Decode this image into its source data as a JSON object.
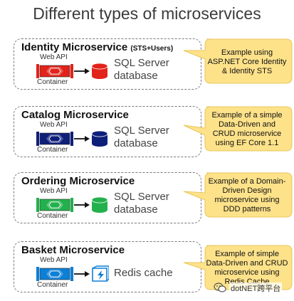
{
  "title": "Different types of microservices",
  "services": [
    {
      "name": "Identity Microservice",
      "name_suffix": "(STS+Users)",
      "webapi_label": "Web API",
      "container_label": "Container",
      "db_line1": "SQL Server",
      "db_line2": "database",
      "db_icon": "database-cylinder-icon",
      "container_color": "#e2231a",
      "db_color": "#e2231a",
      "note": "Example using\nASP.NET Core Identity\n& Identity STS"
    },
    {
      "name": "Catalog Microservice",
      "name_suffix": "",
      "webapi_label": "Web API",
      "container_label": "Container",
      "db_line1": "SQL Server",
      "db_line2": "database",
      "db_icon": "database-cylinder-icon",
      "container_color": "#0e1f7a",
      "db_color": "#0e1f7a",
      "note": "Example of a simple\nData-Driven and\nCRUD microservice\nusing EF Core 1.1"
    },
    {
      "name": "Ordering Microservice",
      "name_suffix": "",
      "webapi_label": "Web API",
      "container_label": "Container",
      "db_line1": "SQL Server",
      "db_line2": "database",
      "db_icon": "database-cylinder-icon",
      "container_color": "#22b14c",
      "db_color": "#22b14c",
      "note": "Example of a Domain-\nDriven Design\nmicroservice using\nDDD patterns"
    },
    {
      "name": "Basket Microservice",
      "name_suffix": "",
      "webapi_label": "Web API",
      "container_label": "Container",
      "db_line1": "Redis cache",
      "db_line2": "",
      "db_icon": "redis-cache-icon",
      "container_color": "#0c7fd6",
      "db_color": "#0c7fd6",
      "note": "Example of simple\nData-Driven and CRUD\nmicroservice using\nRedis Cache"
    }
  ],
  "callout_color": "#fde28a",
  "watermark": "dotNET跨平台",
  "watermark_icon": "wechat-icon"
}
